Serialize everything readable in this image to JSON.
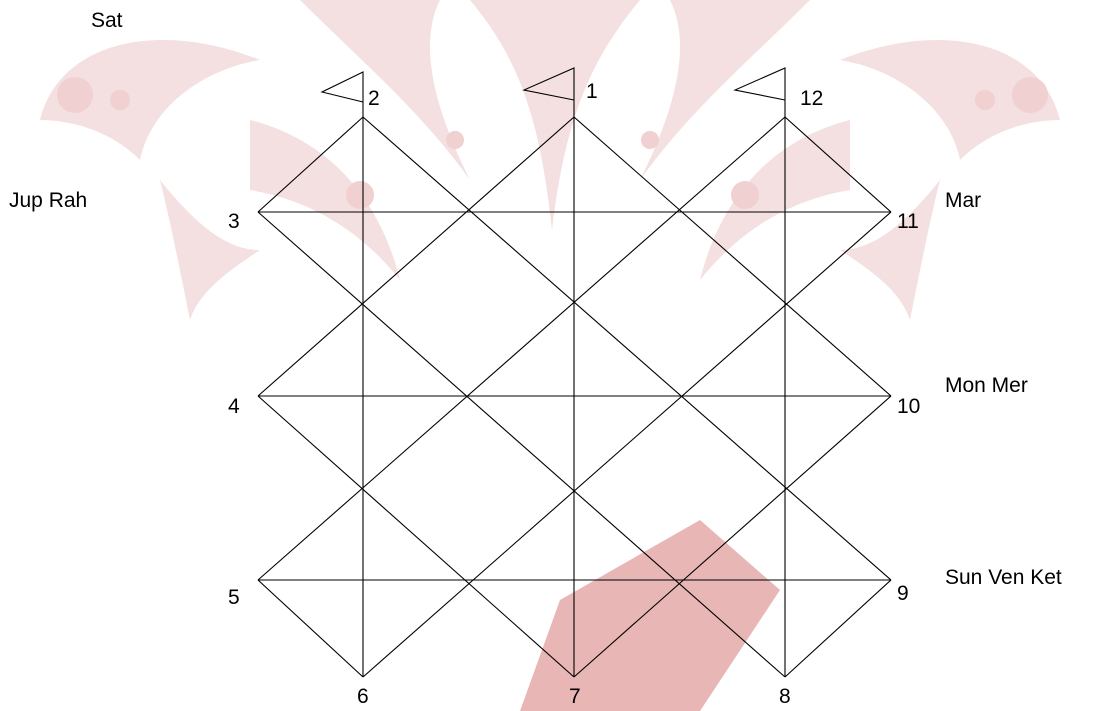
{
  "colors": {
    "background": "#ffffff",
    "watermark": "#f3dcdc",
    "watermark_strong": "#e8b4b4",
    "line": "#000000",
    "text": "#000000"
  },
  "watermark": {
    "icon": "decorative-damask-ornament"
  },
  "houses": {
    "h1": "1",
    "h2": "2",
    "h3": "3",
    "h4": "4",
    "h5": "5",
    "h6": "6",
    "h7": "7",
    "h8": "8",
    "h9": "9",
    "h10": "10",
    "h11": "11",
    "h12": "12"
  },
  "planets": {
    "sat": "Sat",
    "jup_rah": "Jup Rah",
    "mar": "Mar",
    "mon_mer": "Mon Mer",
    "sun_ven_ket": "Sun Ven Ket"
  },
  "flags": {
    "icon": "flag-icon"
  }
}
